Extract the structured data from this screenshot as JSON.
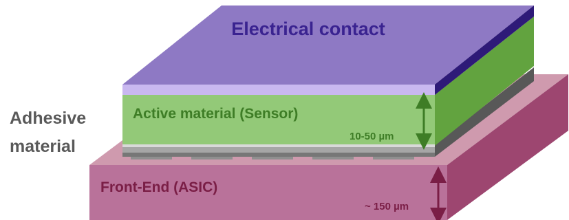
{
  "labels": {
    "electrical_contact": "Electrical contact",
    "active_material": "Active material (Sensor)",
    "active_thickness": "10-50 µm",
    "adhesive_line1": "Adhesive",
    "adhesive_line2": "material",
    "front_end": "Front-End (ASIC)",
    "front_end_thickness": "~ 150 µm"
  },
  "colors": {
    "contact_top": "#8e79c4",
    "contact_side": "#2e1a78",
    "contact_front": "#c9b8f0",
    "sensor_front": "#93c978",
    "sensor_side": "#62a33f",
    "sensor_text": "#3e7d26",
    "asic_top": "#cf9aae",
    "asic_front": "#b9729a",
    "asic_side": "#9d4670",
    "asic_text": "#7a1e46",
    "adhesive_text": "#595959",
    "electrical_text": "#3a2390"
  }
}
